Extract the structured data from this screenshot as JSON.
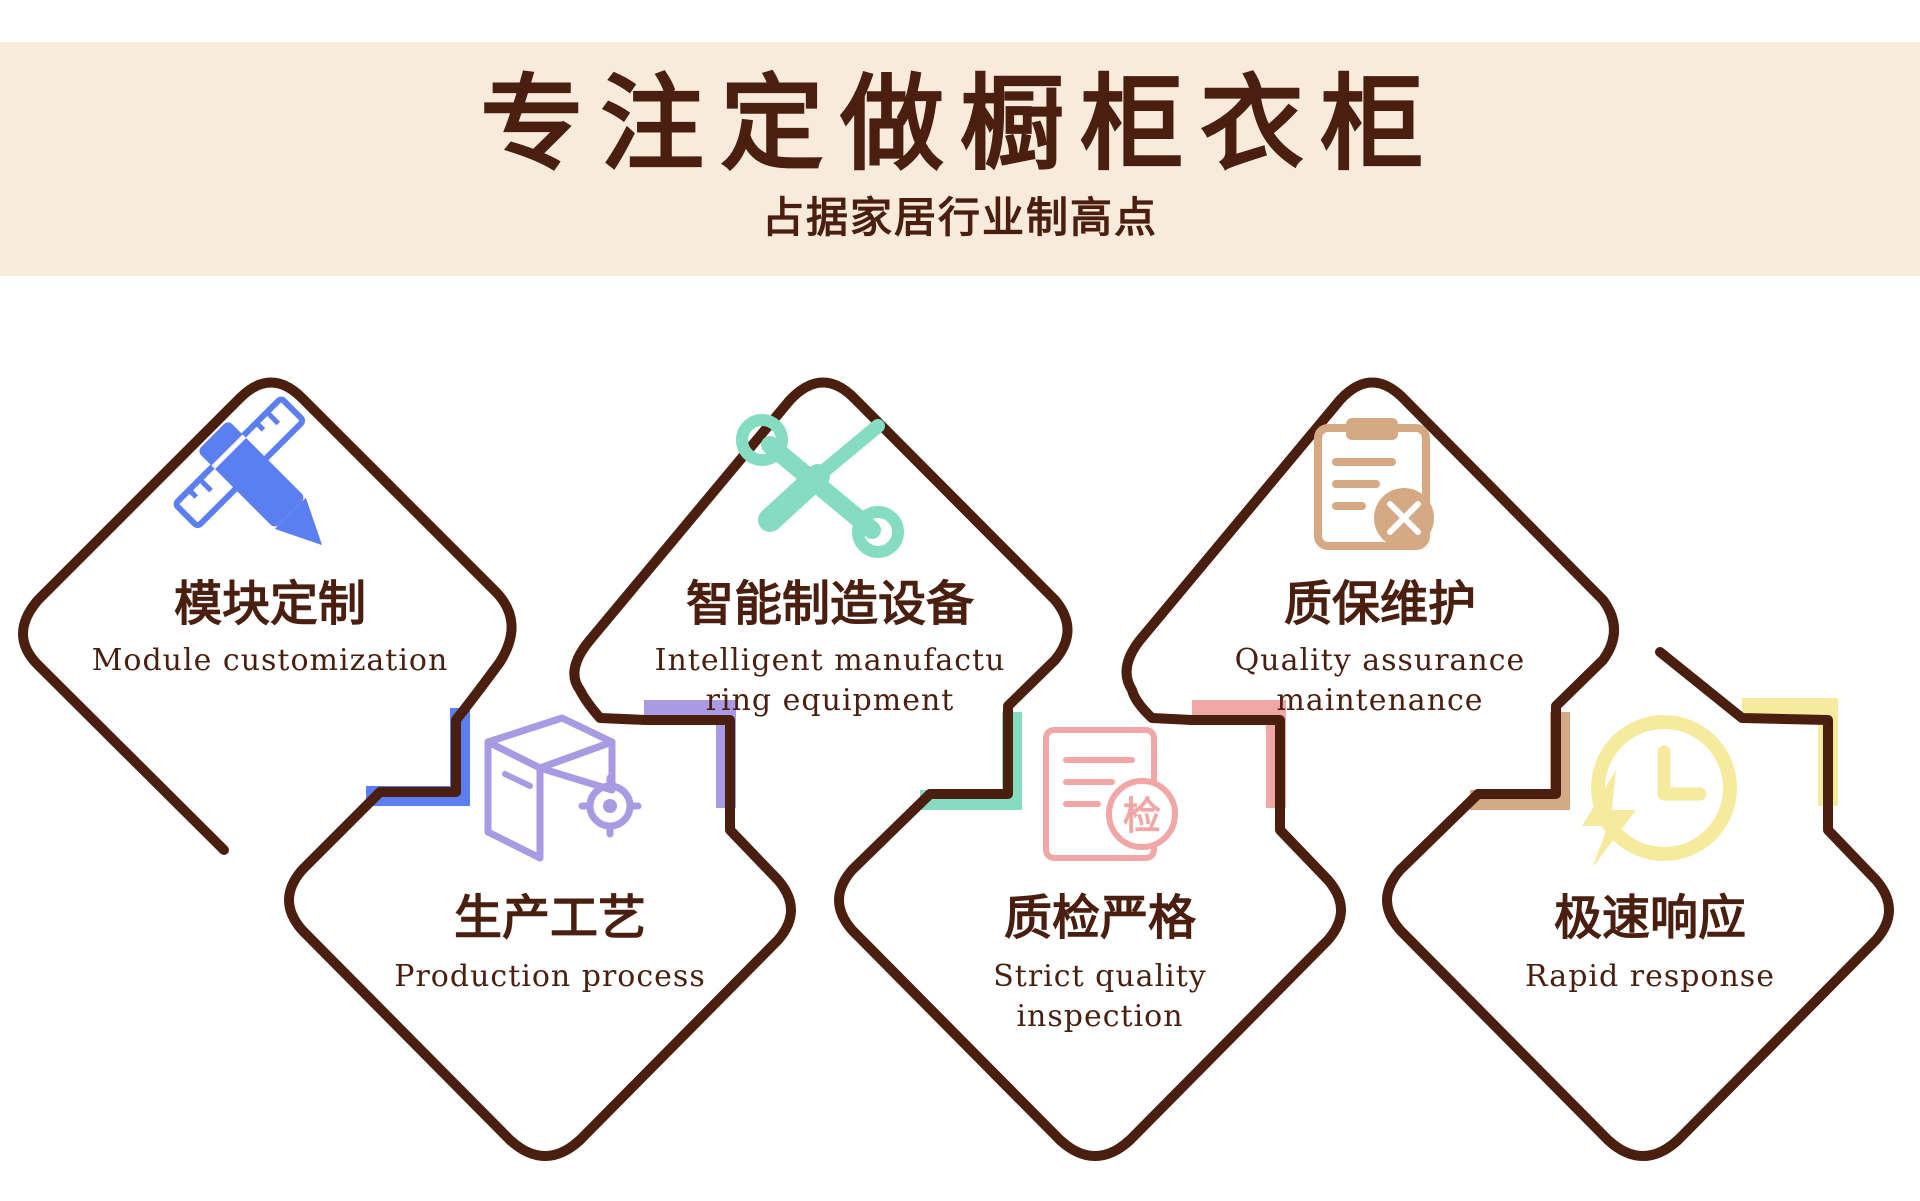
{
  "banner": {
    "title": "专注定做橱柜衣柜",
    "subtitle": "占据家居行业制高点"
  },
  "colors": {
    "brown": "#4a1f10",
    "banner_bg": "#f9ebdc",
    "blue": "#5b7ff0",
    "purple": "#a89be3",
    "teal": "#86dcc0",
    "pink": "#f2a7a7",
    "tan": "#d4a984",
    "yellow": "#f6ea9e"
  },
  "cards": [
    {
      "title": "模块定制",
      "subtitle": "Module customization",
      "icon": "pencil-ruler-icon"
    },
    {
      "title": "智能制造设备",
      "subtitle": "Intelligent manufactu ring equipment",
      "icon": "wrench-screwdriver-icon"
    },
    {
      "title": "质保维护",
      "subtitle": "Quality assurance maintenance",
      "icon": "clipboard-tools-icon"
    },
    {
      "title": "生产工艺",
      "subtitle": "Production process",
      "icon": "box-gear-icon"
    },
    {
      "title": "质检严格",
      "subtitle": "Strict quality inspection",
      "icon": "inspection-document-icon"
    },
    {
      "title": "极速响应",
      "subtitle": "Rapid response",
      "icon": "lightning-clock-icon"
    }
  ],
  "icon_glyphs": {
    "inspection_char": "检"
  }
}
